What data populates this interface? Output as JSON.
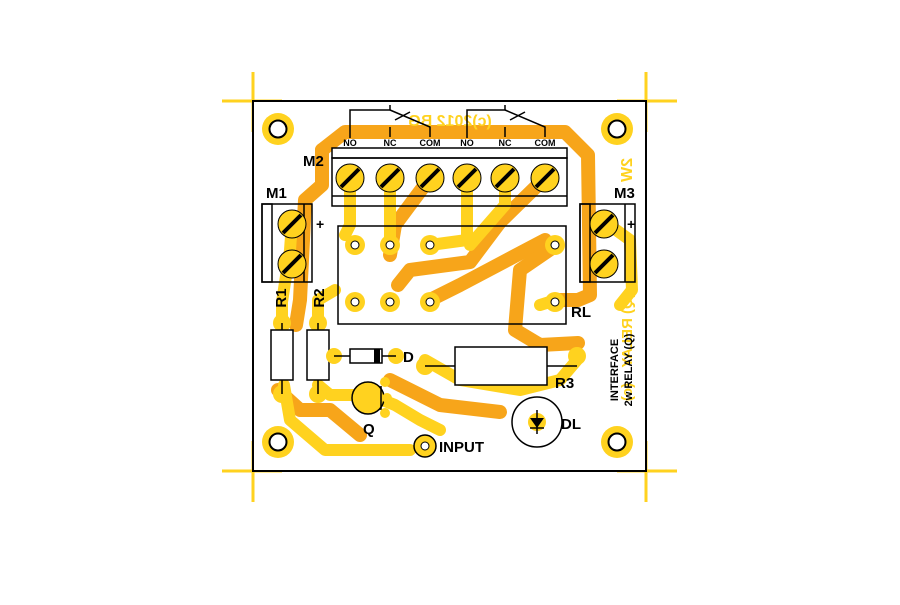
{
  "colors": {
    "background": "#ffffff",
    "outline": "#000000",
    "copper": "#f7a51a",
    "pad": "#ffd21f",
    "silk_text": "#000000"
  },
  "components": {
    "m1": "M1",
    "m2": "M2",
    "m3": "M3",
    "r1": "R1",
    "r2": "R2",
    "r3": "R3",
    "d": "D",
    "q": "Q",
    "dl": "DL",
    "rl": "RL",
    "input": "INPUT",
    "plus_m1": "+",
    "plus_m3": "+"
  },
  "terminals": [
    "NO",
    "NC",
    "COM",
    "NO",
    "NC",
    "COM"
  ],
  "side_text": {
    "line1": "INTERFACE",
    "line2": "2w RELAY (Q)"
  },
  "mirrored_copper_text": {
    "top": "(c)2012 BG",
    "right_top": "2W",
    "right_mid": "(Q) RELAY",
    "right_bottom": "(c)"
  }
}
